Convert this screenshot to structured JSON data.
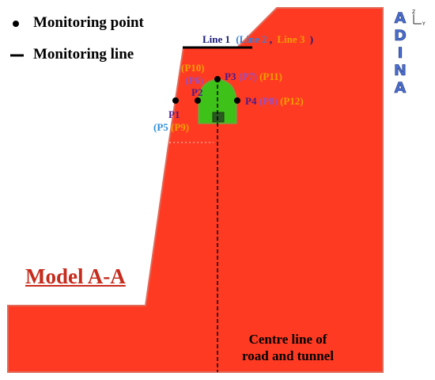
{
  "legend": {
    "point_label": "Monitoring point",
    "line_label": "Monitoring line"
  },
  "model_title": "Model A-A",
  "centre_line_note": [
    "Centre line of",
    "road and tunnel"
  ],
  "logo": {
    "letters": [
      "A",
      "D",
      "I",
      "N",
      "A"
    ],
    "axis_z": "Z",
    "axis_y": "Y"
  },
  "lines_label": {
    "line1": "Line 1",
    "line2": "(Line 2",
    "sep": ",",
    "line3": "Line 3",
    "close": ")"
  },
  "points": {
    "p1": "P1",
    "p2": "P2",
    "p3": "P3",
    "p4": "P4",
    "p5": "(P5",
    "p6": "(P6)",
    "p7": "(P7)",
    "p8": "(P8)",
    "p9": "(P9)",
    "p10": "(P10)",
    "p11": "(P11)",
    "p12": "(P12)"
  },
  "colors": {
    "model_fill": "#ff3a22",
    "tunnel_fill": "#3ec21a",
    "line1": "#1a1a7a",
    "line2": "#3a7fd6",
    "line3": "#f0a000",
    "p_group1": "#4a1a8a",
    "p_group2": "#2f8fd8",
    "p_group3": "#f0a000",
    "model_title": "#c62b1c"
  }
}
